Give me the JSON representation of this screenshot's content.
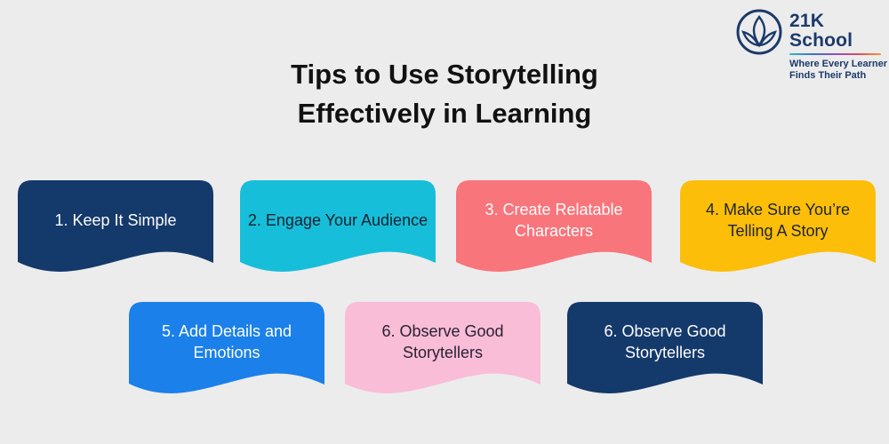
{
  "page": {
    "background": "#ececec"
  },
  "logo": {
    "icon": "lotus-circle-icon",
    "name": "21K School",
    "tagline_line1": "Where Every Learner",
    "tagline_line2": "Finds Their Path",
    "brand_color": "#1b3a6b",
    "underline_gradient": [
      "#2fb9c7",
      "#3f6fd0",
      "#8a4fc0",
      "#e0485a",
      "#f5953a"
    ]
  },
  "title": {
    "line1": "Tips to Use Storytelling",
    "line2": "Effectively in Learning",
    "color": "#111111"
  },
  "cards": [
    {
      "label": "1. Keep It Simple",
      "bg": "#14396b",
      "text_color": "#fdfdfd"
    },
    {
      "label": "2. Engage Your Audience",
      "bg": "#17bed9",
      "text_color": "#12222f"
    },
    {
      "label": "3. Create Relatable Characters",
      "bg": "#f8757b",
      "text_color": "#fdfdfd"
    },
    {
      "label": "4. Make Sure You’re Telling A Story",
      "bg": "#fcbe09",
      "text_color": "#1d2430"
    },
    {
      "label": "5. Add Details and Emotions",
      "bg": "#1b80e9",
      "text_color": "#fdfdfd"
    },
    {
      "label": "6. Observe Good Storytellers",
      "bg": "#f9bdd8",
      "text_color": "#2a2230"
    },
    {
      "label": "6. Observe Good Storytellers",
      "bg": "#14396b",
      "text_color": "#fdfdfd"
    }
  ]
}
